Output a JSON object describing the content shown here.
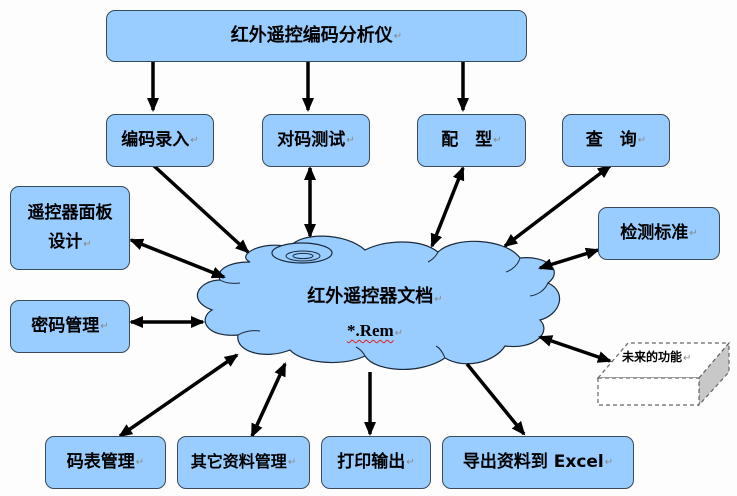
{
  "diagram": {
    "top": {
      "label": "红外遥控编码分析仪"
    },
    "row2": [
      {
        "label": "编码录入"
      },
      {
        "label": "对码测试"
      },
      {
        "label": "配　型"
      },
      {
        "label": "查　询"
      }
    ],
    "left": [
      {
        "label_line1": "遥控器面板",
        "label_line2": "设计"
      },
      {
        "label": "密码管理"
      }
    ],
    "right": {
      "label": "检测标准"
    },
    "center": {
      "title": "红外遥控器文档",
      "ext": "*.Rem"
    },
    "future": {
      "label": "未来的功能"
    },
    "bottom": [
      {
        "label": "码表管理"
      },
      {
        "label": "其它资料管理"
      },
      {
        "label": "打印输出"
      },
      {
        "label": "导出资料到 Excel"
      }
    ],
    "paragraph_mark": "↵",
    "colors": {
      "box_fill": "#99ccff",
      "border": "#3a4a5a",
      "arrow": "#000000",
      "future_side": "#c8c8c8"
    }
  }
}
